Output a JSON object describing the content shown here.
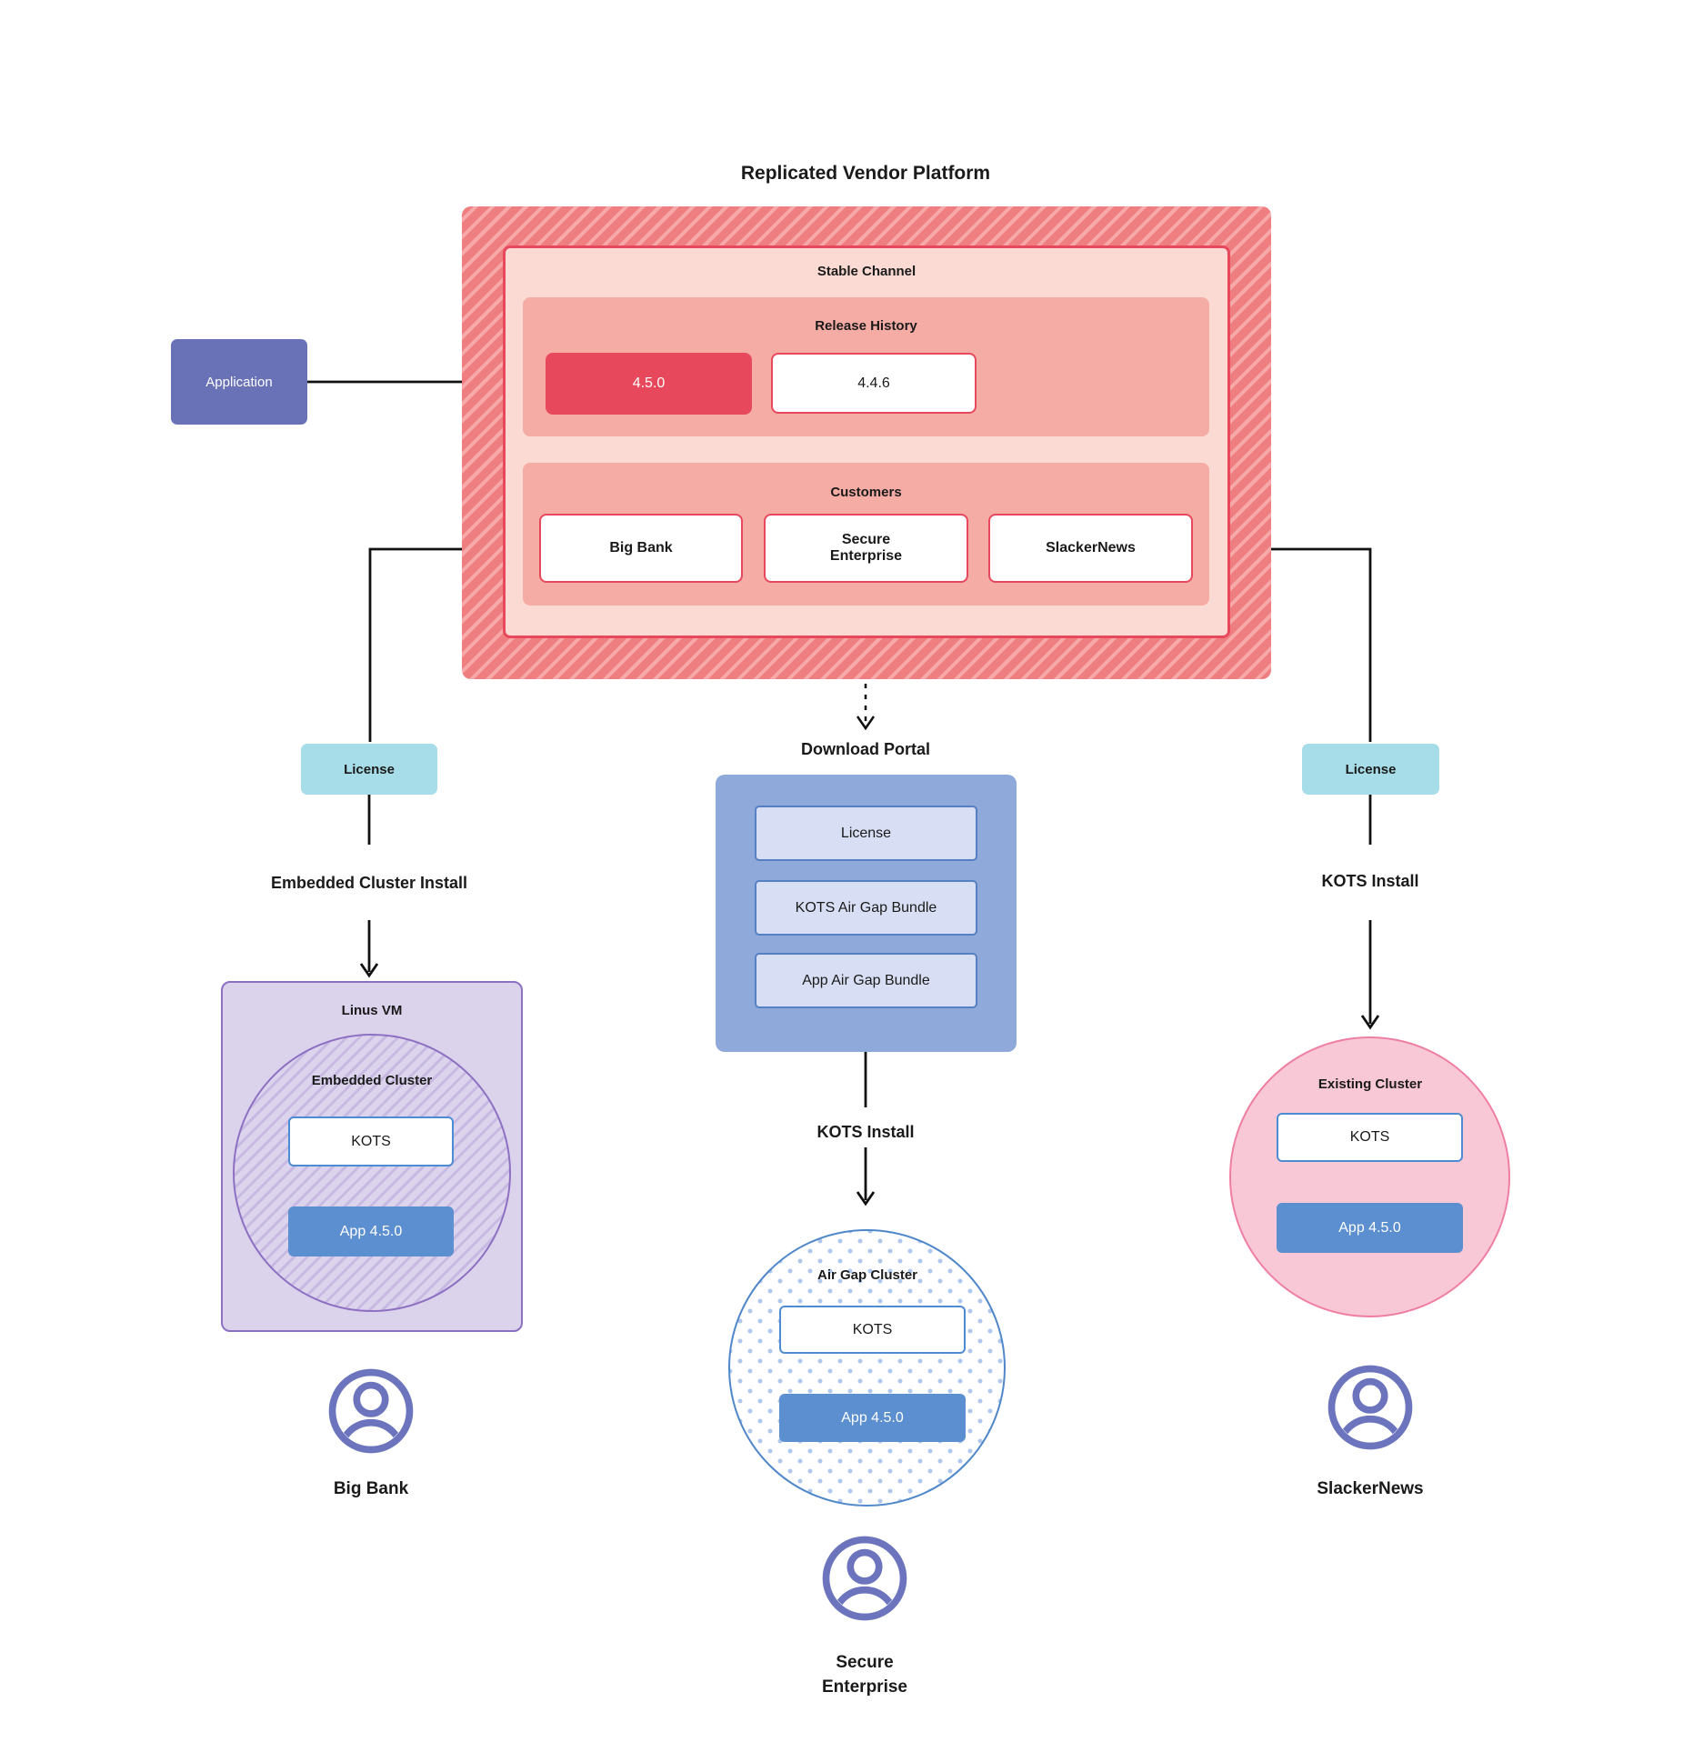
{
  "title": "Replicated Vendor Platform",
  "application": {
    "label": "Application"
  },
  "platform": {
    "stable_channel_label": "Stable Channel",
    "release_history": {
      "label": "Release History",
      "current_release": "4.5.0",
      "previous_release": "4.4.6"
    },
    "customers": {
      "label": "Customers",
      "big_bank": "Big Bank",
      "secure_enterprise": "Secure Enterprise",
      "slackernews": "SlackerNews"
    }
  },
  "big_bank_flow": {
    "license_label": "License",
    "install_label": "Embedded Cluster Install",
    "vm_label": "Linus VM",
    "cluster_label": "Embedded Cluster",
    "kots_label": "KOTS",
    "app_label": "App 4.5.0",
    "person_label": "Big Bank"
  },
  "secure_enterprise_flow": {
    "portal_label": "Download Portal",
    "portal_items": [
      "License",
      "KOTS Air Gap Bundle",
      "App Air Gap Bundle"
    ],
    "install_label": "KOTS Install",
    "cluster_label": "Air Gap Cluster",
    "kots_label": "KOTS",
    "app_label": "App 4.5.0",
    "person_label": "Secure Enterprise"
  },
  "slackernews_flow": {
    "license_label": "License",
    "install_label": "KOTS Install",
    "cluster_label": "Existing Cluster",
    "kots_label": "KOTS",
    "app_label": "App 4.5.0",
    "person_label": "SlackerNews"
  },
  "colors": {
    "accent_red": "#E8485C",
    "hatch_base": "#EF7E80",
    "hatch_stripe": "#F7A9A9",
    "light_pink": "#FBDAD4",
    "panel_pink": "#F5ACA4",
    "license_cyan": "#A7DDE8",
    "application_purple": "#6A72B7",
    "vm_purple_bg": "#DBD2EC",
    "vm_purple_border": "#8E70C2",
    "portal_blue": "#8FA9DB",
    "portal_item_blue": "#D8DFF4",
    "app_blue": "#5B8FCF",
    "kots_border_blue": "#4D8CD3",
    "dot_blue": "#AFC8EC",
    "existing_pink_bg": "#F9C8D6",
    "existing_pink_border": "#EF7FA2",
    "person_purple": "#6B74BD",
    "line_black": "#111111"
  }
}
